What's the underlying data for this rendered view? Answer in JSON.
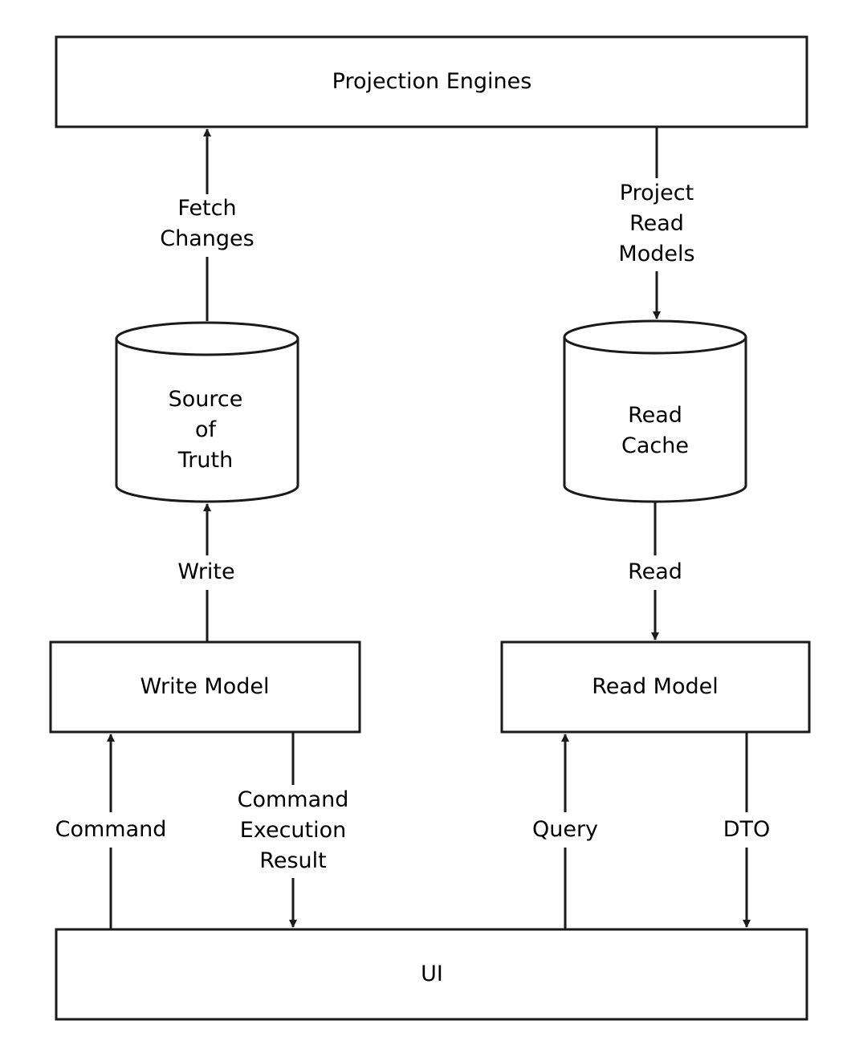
{
  "boxes": {
    "projection_engines": "Projection Engines",
    "write_model": "Write Model",
    "read_model": "Read Model",
    "ui": "UI"
  },
  "stores": {
    "source_of_truth": [
      "Source",
      "of",
      "Truth"
    ],
    "read_cache": [
      "Read",
      "Cache"
    ]
  },
  "flows": {
    "fetch_changes": [
      "Fetch",
      "Changes"
    ],
    "project_read_models": [
      "Project",
      "Read",
      "Models"
    ],
    "write": "Write",
    "read": "Read",
    "command": "Command",
    "command_execution_result": [
      "Command",
      "Execution",
      "Result"
    ],
    "query": "Query",
    "dto": "DTO"
  },
  "colors": {
    "stroke": "#1a1a1a",
    "fill": "#ffffff",
    "text": "#000000"
  }
}
